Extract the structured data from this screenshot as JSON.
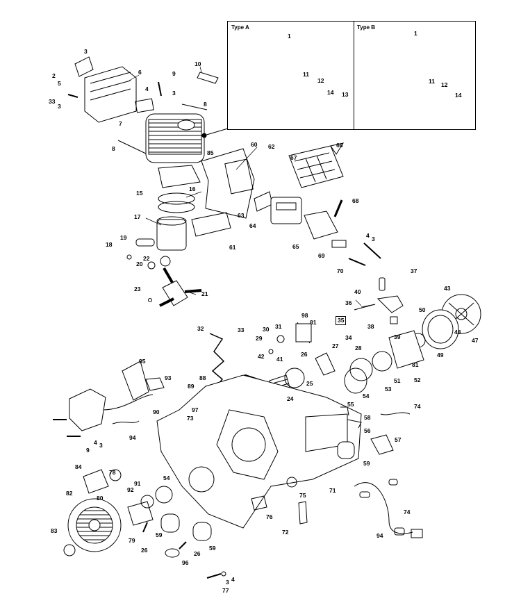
{
  "insets": {
    "type_a_title": "Type A",
    "type_b_title": "Type B"
  },
  "labels": {
    "a1": "1",
    "a11": "11",
    "a12": "12",
    "a14": "14",
    "a13": "13",
    "b1": "1",
    "b11": "11",
    "b12": "12",
    "b14": "14",
    "l3a": "3",
    "l2": "2",
    "l5": "5",
    "l6": "6",
    "l33": "33",
    "l3b": "3",
    "l10": "10",
    "l9a": "9",
    "l4a": "4",
    "l3c": "3",
    "l8a": "8",
    "l7": "7",
    "l8b": "8",
    "l85": "85",
    "l60": "60",
    "l62": "62",
    "l67": "67",
    "l66": "66",
    "l15": "15",
    "l16": "16",
    "l17": "17",
    "l63": "63",
    "l64": "64",
    "l68": "68",
    "l61": "61",
    "l65": "65",
    "l4b": "4",
    "l3d": "3",
    "l19": "19",
    "l18": "18",
    "l22": "22",
    "l20": "20",
    "l69": "69",
    "l70": "70",
    "l23": "23",
    "l21": "21",
    "l37": "37",
    "l40": "40",
    "l43": "43",
    "l36": "36",
    "l50": "50",
    "l98": "98",
    "l81a": "81",
    "l35": "35",
    "l38": "38",
    "l32": "32",
    "l33b": "33",
    "l30": "30",
    "l31": "31",
    "l34": "34",
    "l39": "39",
    "l48": "48",
    "l47": "47",
    "l29": "29",
    "l27": "27",
    "l28": "28",
    "l49": "49",
    "l81b": "81",
    "l95": "95",
    "l42": "42",
    "l41": "41",
    "l26a": "26",
    "l51": "51",
    "l52": "52",
    "l93": "93",
    "l88": "88",
    "l25": "25",
    "l53": "53",
    "l89": "89",
    "l24": "24",
    "l54a": "54",
    "l97": "97",
    "l90": "90",
    "l73": "73",
    "l55": "55",
    "l74a": "74",
    "l9b": "9",
    "l4c": "4",
    "l3e": "3",
    "l94a": "94",
    "l58": "58",
    "l56": "56",
    "l57": "57",
    "l59a": "59",
    "l84": "84",
    "l78": "78",
    "l54b": "54",
    "l91": "91",
    "l92": "92",
    "l82": "82",
    "l80": "80",
    "l75": "75",
    "l71": "71",
    "l76": "76",
    "l74b": "74",
    "l72": "72",
    "l83": "83",
    "l79": "79",
    "l59b": "59",
    "l26b": "26",
    "l59c": "59",
    "l26c": "26",
    "l94b": "94",
    "l96": "96",
    "l3f": "3",
    "l4d": "4",
    "l77": "77"
  }
}
